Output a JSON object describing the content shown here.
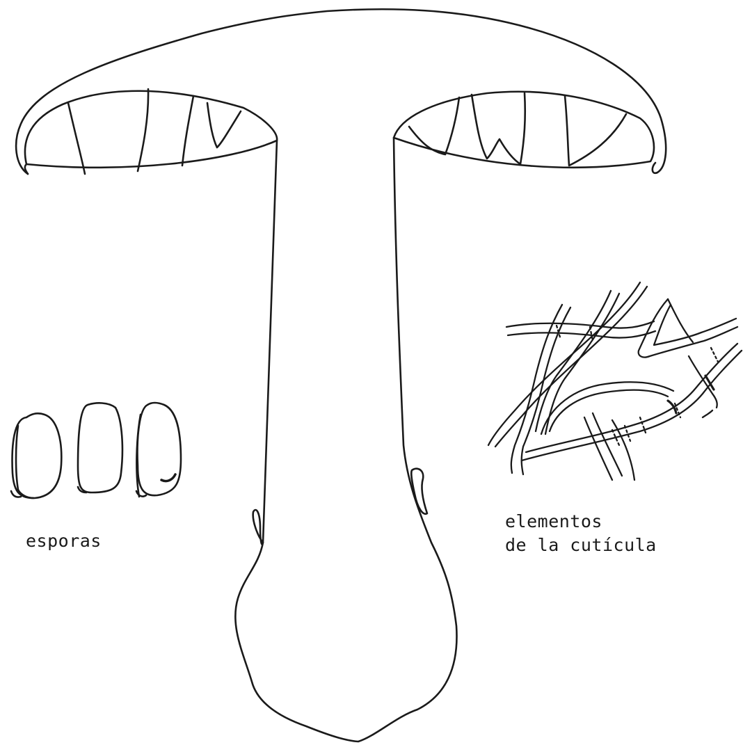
{
  "labels": {
    "spores": "esporas",
    "cuticle_line1": "elementos",
    "cuticle_line2": "de la cutícula"
  },
  "colors": {
    "ink": "#1a1a1a",
    "paper": "#ffffff"
  }
}
